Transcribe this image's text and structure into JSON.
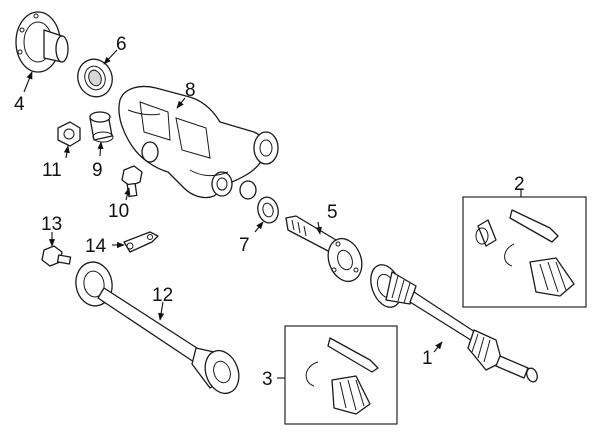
{
  "callouts": {
    "c1": "1",
    "c2": "2",
    "c3": "3",
    "c4": "4",
    "c5": "5",
    "c6": "6",
    "c7": "7",
    "c8": "8",
    "c9": "9",
    "c10": "10",
    "c11": "11",
    "c12": "12",
    "c13": "13",
    "c14": "14"
  },
  "colors": {
    "line": "#1a1a1a",
    "shade": "#d8d8d8",
    "background": "#ffffff"
  }
}
